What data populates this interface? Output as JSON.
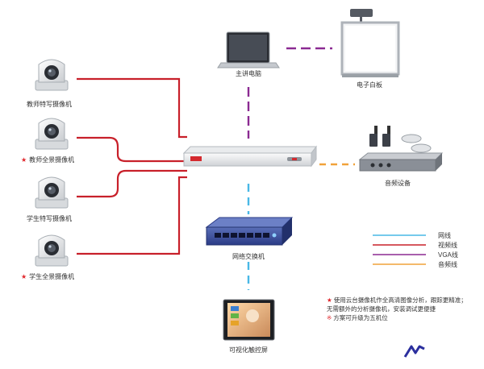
{
  "colors": {
    "video": "#c8202a",
    "network": "#49b8e6",
    "vga": "#8b2a92",
    "audio": "#f1a23a",
    "accent_star": "#e0262b",
    "logo": "#2b2f9e"
  },
  "nodes": {
    "cam1": {
      "label": "教师特写摄像机",
      "starred": false,
      "icon": "ptz-camera-icon"
    },
    "cam2": {
      "label": "教师全景摄像机",
      "starred": true,
      "icon": "ptz-camera-icon"
    },
    "cam3": {
      "label": "学生特写摄像机",
      "starred": false,
      "icon": "ptz-camera-icon"
    },
    "cam4": {
      "label": "学生全景摄像机",
      "starred": true,
      "icon": "ptz-camera-icon"
    },
    "laptop": {
      "label": "主讲电脑",
      "icon": "laptop-icon"
    },
    "whiteboard": {
      "label": "电子白板",
      "icon": "interactive-whiteboard-icon"
    },
    "audio": {
      "label": "音频设备",
      "icon": "audio-mixer-icon"
    },
    "switch": {
      "label": "网络交换机",
      "icon": "network-switch-icon"
    },
    "touch": {
      "label": "可视化触控屏",
      "icon": "touch-screen-icon"
    },
    "recorder": {
      "icon": "rack-recorder-icon"
    }
  },
  "legend": [
    {
      "label": "网线",
      "color": "#49b8e6"
    },
    {
      "label": "视频线",
      "color": "#c8202a"
    },
    {
      "label": "VGA线",
      "color": "#8b2a92"
    },
    {
      "label": "音频线",
      "color": "#f1a23a"
    }
  ],
  "notes": {
    "star_mark": "★",
    "star_line1": "使用云台摄像机作全高清图像分析，跟踪更精准；",
    "star_line2": "无需额外的分析摄像机，安装调试更便捷",
    "x_mark": "※",
    "x_line": "方案可升级为五机位"
  },
  "logo": {
    "icon": "zigzag-logo-icon"
  }
}
